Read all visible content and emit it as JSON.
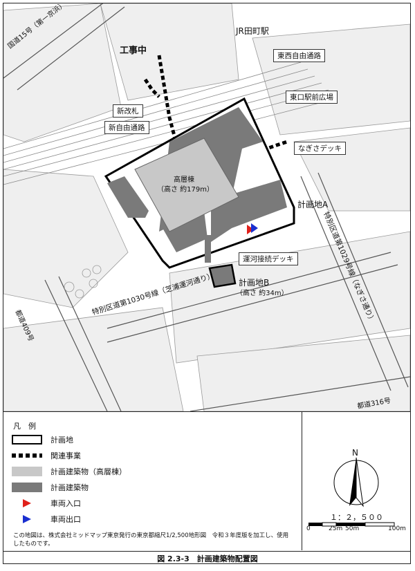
{
  "map": {
    "labels": {
      "station": "JR田町駅",
      "construction": "工事中",
      "route15": "国道15号（第一京浜）",
      "toto409": "都道409号",
      "route1030": "特別区道第1030号線（芝浦運河通り）",
      "route1029": "特別区道第1029号線（なぎさ通り）",
      "toto316": "都道316号",
      "tower_name": "高層棟",
      "tower_height": "（高さ 約179m）",
      "site_a": "計画地A",
      "site_b": "計画地B",
      "site_b_height": "（高さ 約34m）"
    },
    "callouts": {
      "east_west": "東西自由通路",
      "east_plaza": "東口駅前広場",
      "nagisa_deck": "なぎさデッキ",
      "new_gate": "新改札",
      "new_passage": "新自由通路",
      "canal_deck": "運河接続デッキ"
    }
  },
  "legend": {
    "title": "凡　例",
    "items": [
      {
        "label": "計画地"
      },
      {
        "label": "関連事業"
      },
      {
        "label": "計画建築物（高層棟）"
      },
      {
        "label": "計画建築物"
      },
      {
        "label": "車両入口"
      },
      {
        "label": "車両出口"
      }
    ],
    "note": "この地図は、株式会社ミッドマップ東京発行の東京都縮尺1/2,500地形図　令和３年度版を加工し、使用したものです。"
  },
  "scale": {
    "north": "N",
    "ratio": "１：２，５００",
    "ticks": [
      "0",
      "25m",
      "50m",
      "100m"
    ]
  },
  "caption": "図 2.3-3　計画建築物配置図",
  "colors": {
    "tower": "#c8c8c8",
    "building": "#7a7a7a",
    "vehicle_in": "#e0201a",
    "vehicle_out": "#1a2fd0"
  }
}
